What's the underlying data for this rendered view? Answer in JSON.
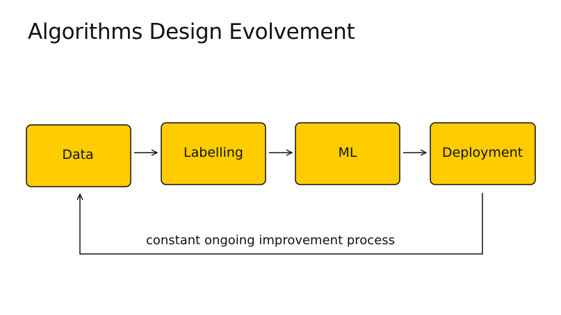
{
  "slide": {
    "title": "Algorithms Design Evolvement"
  },
  "diagram": {
    "box_fill": "#FFCC00",
    "box_stroke": "#111111",
    "nodes": [
      {
        "label": "Data"
      },
      {
        "label": "Labelling"
      },
      {
        "label": "ML"
      },
      {
        "label": "Deployment"
      }
    ],
    "feedback_label": "constant ongoing improvement process"
  }
}
